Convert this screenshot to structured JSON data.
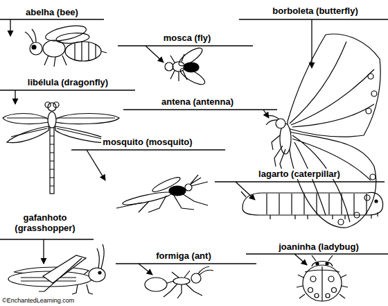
{
  "diagram": {
    "labels": [
      "abelha (bee)",
      "mosca (fly)",
      "borboleta (butterfly)",
      "libélula (dragonfly)",
      "antena (antenna)",
      "mosquito (mosquito)",
      "lagarto (caterpillar)",
      "gafanhoto (grasshopper)",
      "formiga (ant)",
      "joaninha (ladybug)",
      "©EnchantedLearning.com"
    ]
  }
}
